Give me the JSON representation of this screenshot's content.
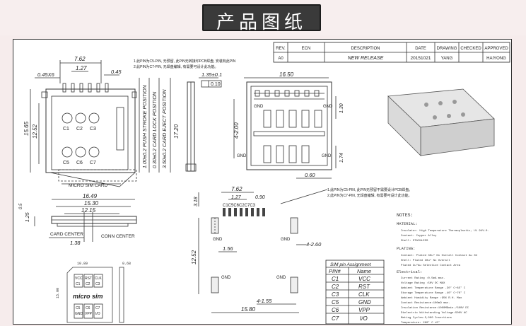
{
  "banner": {
    "title": "产品图纸"
  },
  "title_block": {
    "headers": [
      "REV.",
      "ECN",
      "DESCRIPTION",
      "DATE",
      "DRAWING",
      "CHECKED",
      "APPROVED"
    ],
    "row": [
      "A0",
      "",
      "NEW RELEASE",
      "20151021",
      "YANG",
      "",
      "HAIYONG"
    ]
  },
  "top_notes": [
    "1.此PIN为C5-PIN, 无预留, 此PIN无转接印PCB焊盘, 安装有此PIN",
    "2.此PIN为C7-PIN, 无焊盘编辑, 有需要可设计此功能。"
  ],
  "mid_notes": [
    "1.此PIN为C5-PIN, 此PIN无预留不需要设计PCB焊盘。",
    "2.此PIN为C7-PIN, 无焊盘编辑, 有需要可设计此功能。"
  ],
  "left_view": {
    "dims": [
      "7.62",
      "1.27",
      "0.45X6",
      "0.45",
      "15.65",
      "12.52",
      "16.49",
      "15.30",
      "12.15",
      "1.25",
      "1.38",
      "0.5"
    ],
    "labels": [
      "C1",
      "C2",
      "C3",
      "C5",
      "C6",
      "C7",
      "MICRO SIM CARD",
      "CARD CENTER",
      "CONN CENTER"
    ],
    "rotated": [
      "1.00±0.2 PUSH STROKE POSITION",
      "0.30±0.2 CARD LOCK POSITION",
      "3.50±0.2 CARD EJECT POSITION",
      "17.20"
    ]
  },
  "side_view": {
    "dims": [
      "1.35±0.1",
      "0.10"
    ]
  },
  "top_view": {
    "dims": [
      "16.50",
      "4-2.00",
      "1.30",
      "1.74",
      "0.60"
    ],
    "labels": [
      "GND",
      "GND",
      "GND",
      "GND"
    ]
  },
  "footprint": {
    "dims": [
      "7.62",
      "1.27",
      "0.90",
      "3.18",
      "12.52",
      "1.56",
      "4-2.60",
      "4-1.55",
      "15.80"
    ],
    "pins": "C1C5C6C2C7C3",
    "labels": [
      "GND",
      "GND",
      "GND",
      "GND"
    ]
  },
  "card": {
    "dims": [
      "10.89",
      "0.68",
      "15.00"
    ],
    "pins": [
      "VCC",
      "RST",
      "CLK",
      "C1",
      "C2",
      "C3",
      "C5",
      "C6",
      "C7",
      "GND",
      "VPP",
      "I/O"
    ],
    "name": "micro sim"
  },
  "sim_table": {
    "title": "SIM pin Assignment",
    "headers": [
      "PIN#",
      "Name"
    ],
    "rows": [
      [
        "C1",
        "VCC"
      ],
      [
        "C2",
        "RST"
      ],
      [
        "C3",
        "CLK"
      ],
      [
        "C5",
        "GND"
      ],
      [
        "C6",
        "VPP"
      ],
      [
        "C7",
        "I/O"
      ]
    ]
  },
  "notes": {
    "heading": "NOTES:",
    "lines": [
      "MATERIAL:",
      "Insulator: High Temperature Thermoplastic, UL 94V-0.",
      "Contact: Copper Alloy",
      "Shell: STAINLESS",
      "PLATING:",
      "Contact: Plated 30u\" Ni Overall Contact Au 3U",
      "Shell: Plated 30u\" Ni Overall",
      "Plated 3u\"Au Selective Contact Area",
      "Electrical:",
      "Current Rating :0.5mA max.",
      "Voltage Rating :50V DC MAX",
      "Ambient Temperature Range -30° C~85° C",
      "Storage Temperature Range -40° C~70° C",
      "Ambient Humidity Range :95% R.H. Max",
      "Contact Resistance:100mΩ max.",
      "Insulation Resistance:1000MΩmin./500V DC",
      "Dielectric Withstanding Voltage:500V AC",
      "Mating Cycles:5,000 Insertions",
      "Temperature: 260° C ±5°"
    ]
  }
}
